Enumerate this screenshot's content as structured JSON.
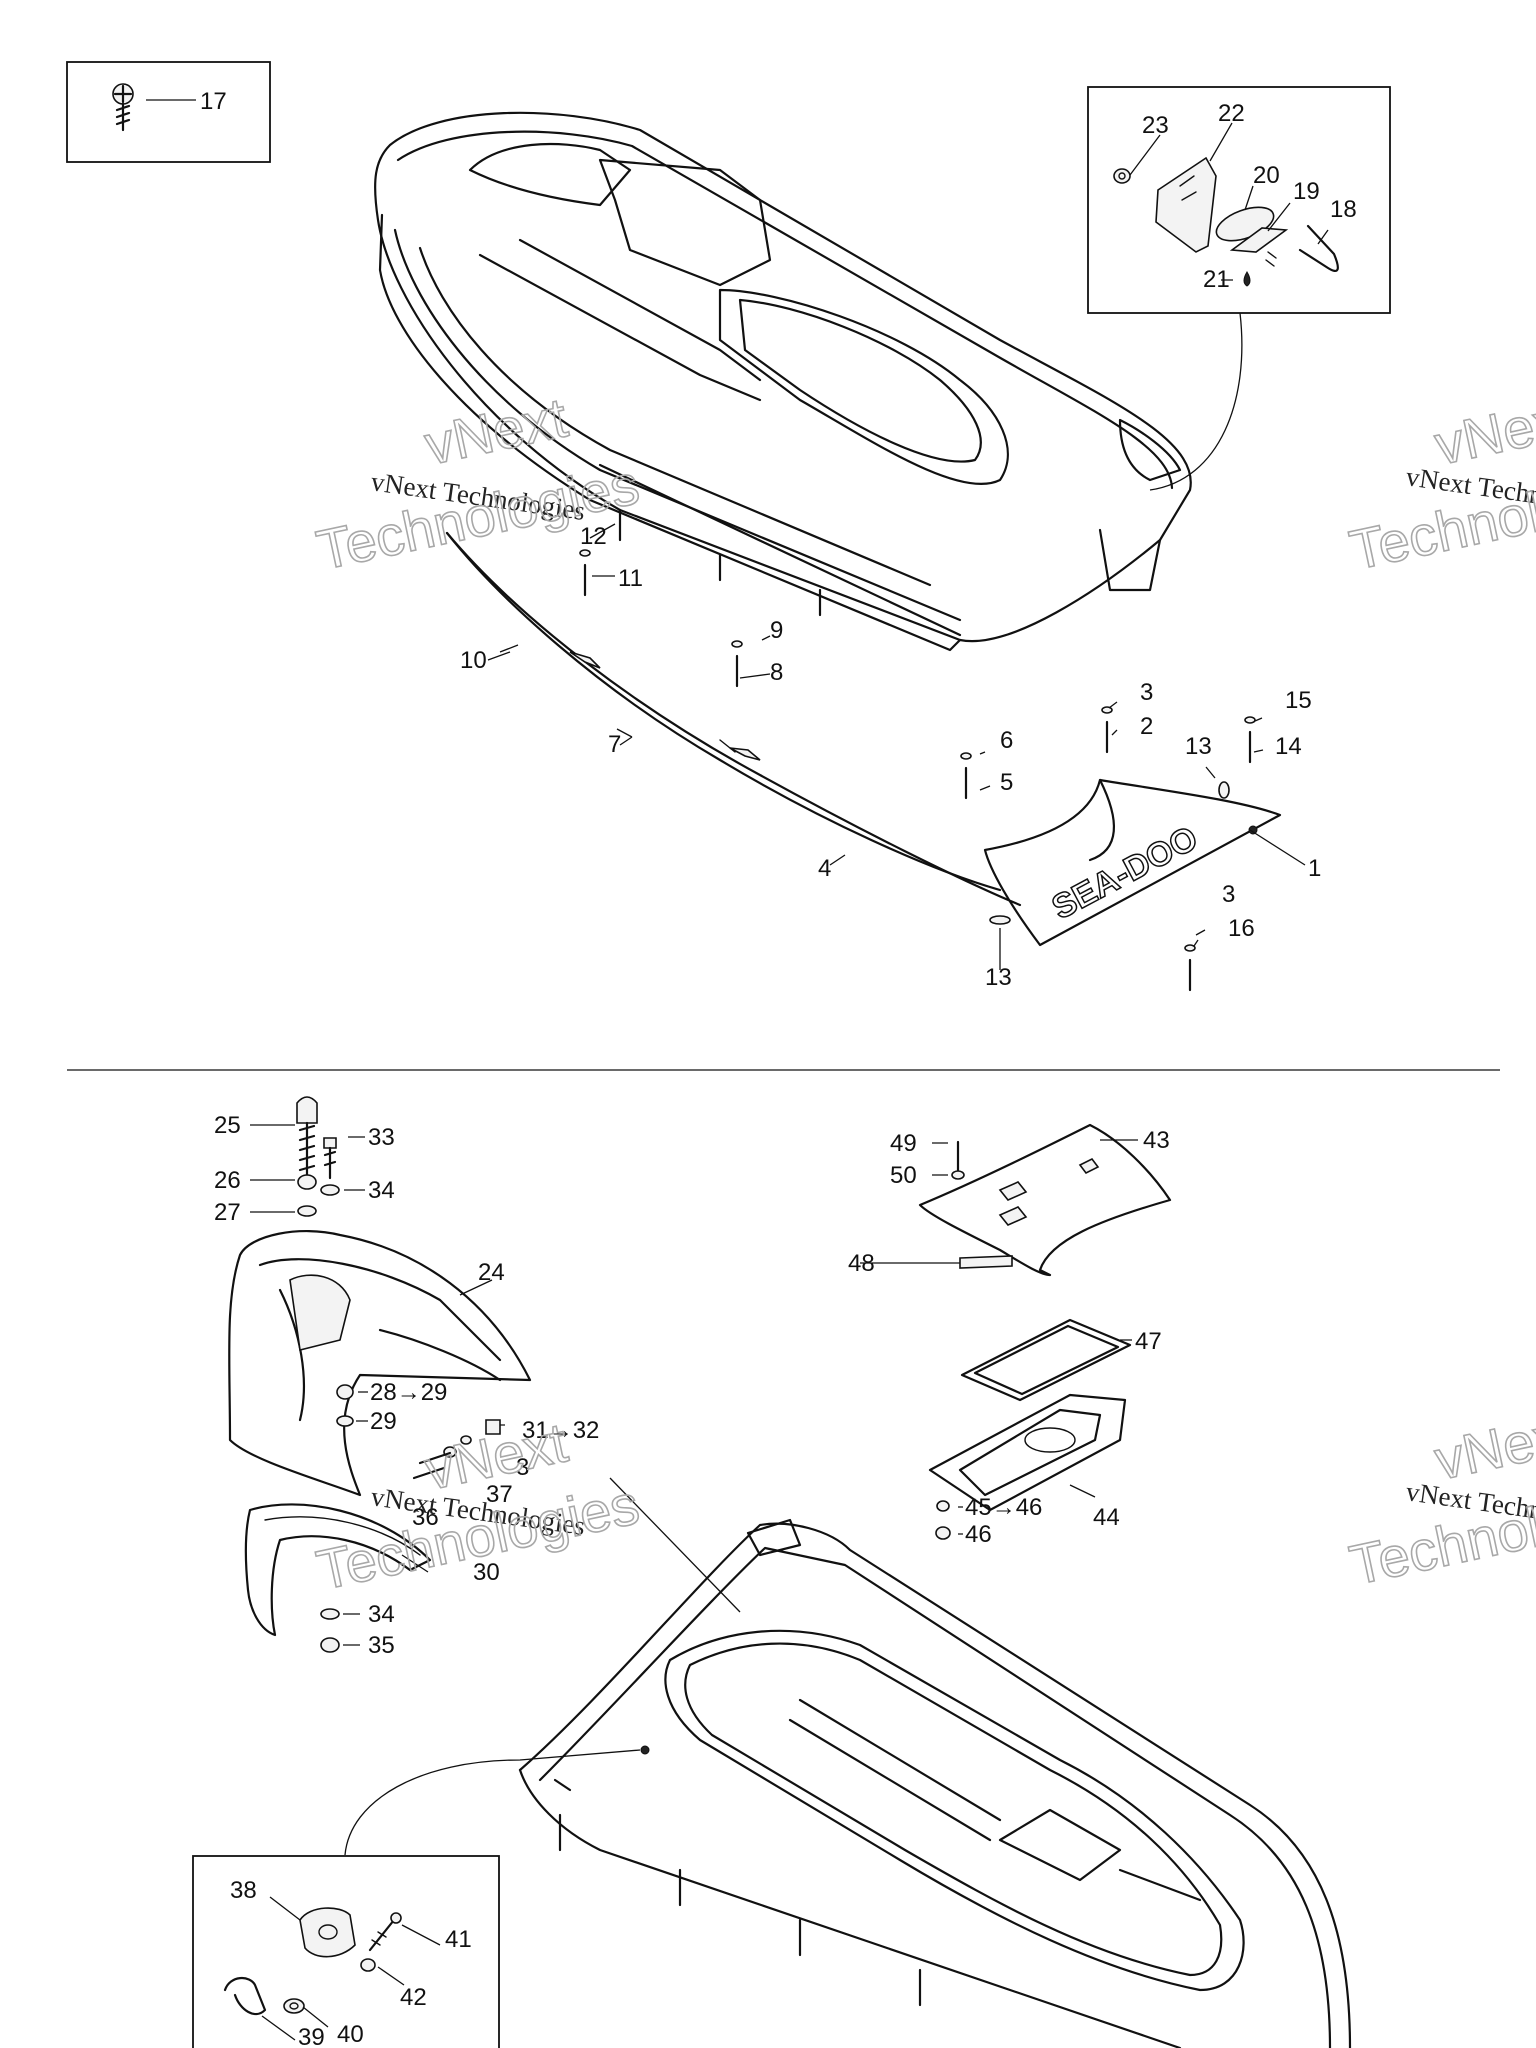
{
  "labels": {
    "p1": "1",
    "p2": "2",
    "p3a": "3",
    "p3b": "3",
    "p3c": "3",
    "p4": "4",
    "p5": "5",
    "p6": "6",
    "p7": "7",
    "p8": "8",
    "p9": "9",
    "p10": "10",
    "p11": "11",
    "p12": "12",
    "p13a": "13",
    "p13b": "13",
    "p14": "14",
    "p15": "15",
    "p16": "16",
    "p17": "17",
    "p18": "18",
    "p19": "19",
    "p20": "20",
    "p21": "21",
    "p22": "22",
    "p23": "23",
    "p24": "24",
    "p25": "25",
    "p26": "26",
    "p27": "27",
    "p28": "28→29",
    "p29": "29",
    "p30": "30",
    "p31": "31→32",
    "p33": "33",
    "p34a": "34",
    "p34b": "34",
    "p35": "35",
    "p36": "36",
    "p37": "37",
    "p38": "38",
    "p39": "39",
    "p40": "40",
    "p41": "41",
    "p42": "42",
    "p43": "43",
    "p44": "44",
    "p45": "45→46",
    "p46": "46",
    "p47": "47",
    "p48": "48",
    "p49": "49",
    "p50": "50"
  },
  "watermark": {
    "line1": "vNext Technologies",
    "line2": "vNext",
    "line3": "Technologies"
  },
  "decal_text": "SEA-DOO",
  "colors": {
    "ink": "#111111",
    "watermark": "#a8a8a8",
    "paper": "#ffffff"
  }
}
